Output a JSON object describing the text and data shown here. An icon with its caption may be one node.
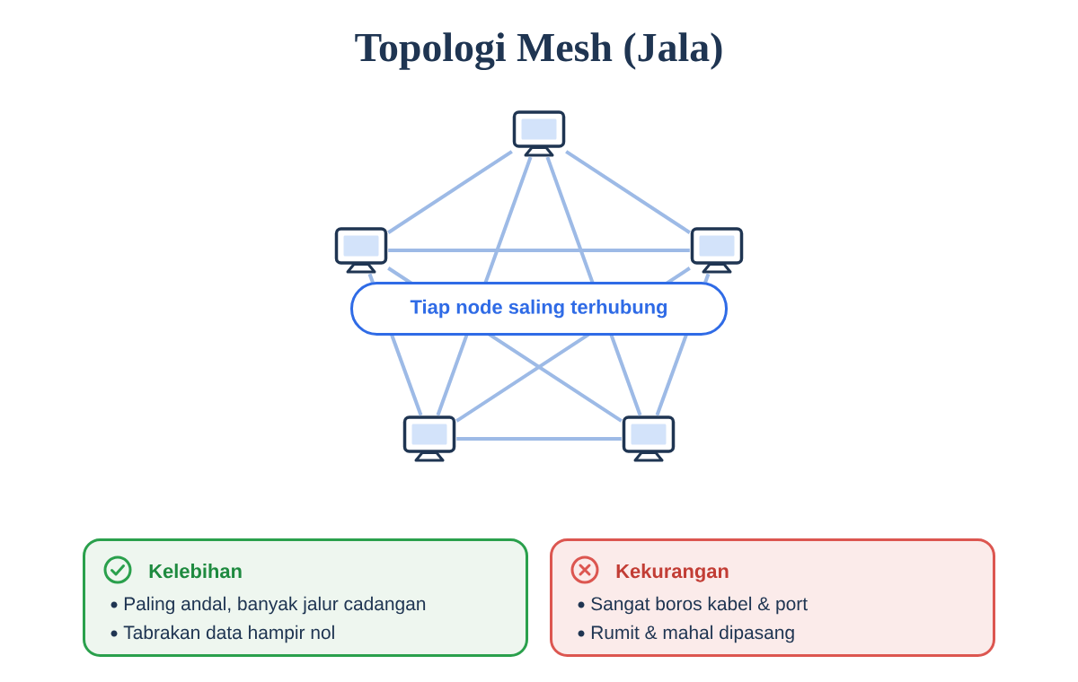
{
  "diagram": {
    "title": "Topologi Mesh (Jala)",
    "nodes": [
      {
        "text": [],
        "shape": "monitor"
      },
      {
        "text": [],
        "shape": "monitor"
      },
      {
        "text": [],
        "shape": "monitor"
      },
      {
        "text": [],
        "shape": "monitor"
      },
      {
        "text": [],
        "shape": "monitor"
      },
      {
        "text": [
          "Kelebihan",
          "Paling andal, banyak jalur cadangan",
          "Tabrakan data hampir nol"
        ]
      },
      {
        "text": [
          "Kekurangan",
          "Sangat boros kabel & port",
          "Rumit & mahal dipasang"
        ]
      }
    ],
    "edges": [
      {
        "from": 0,
        "to": 1,
        "arrow": "none"
      },
      {
        "from": 0,
        "to": 2,
        "arrow": "none"
      },
      {
        "from": 0,
        "to": 3,
        "arrow": "none"
      },
      {
        "from": 0,
        "to": 4,
        "arrow": "none"
      },
      {
        "from": 1,
        "to": 2,
        "arrow": "none"
      },
      {
        "from": 1,
        "to": 3,
        "arrow": "none"
      },
      {
        "from": 1,
        "to": 4,
        "arrow": "none"
      },
      {
        "from": 2,
        "to": 3,
        "arrow": "none"
      },
      {
        "from": 2,
        "to": 4,
        "arrow": "none"
      },
      {
        "from": 3,
        "to": 4,
        "arrow": "none"
      }
    ],
    "labels": [
      "Tiap node saling terhubung"
    ]
  }
}
